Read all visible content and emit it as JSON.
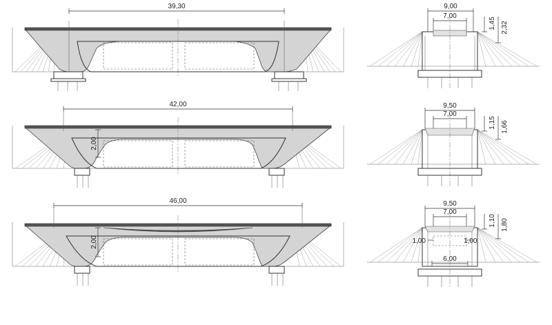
{
  "elevations": [
    {
      "span": "39,30"
    },
    {
      "span": "42,00",
      "depth": "2,00"
    },
    {
      "span": "46,00",
      "depth": "2,00"
    }
  ],
  "sections": [
    {
      "total_width": "9,00",
      "inner_width": "7,00",
      "h1": "1,45",
      "h2": "2,32"
    },
    {
      "total_width": "9,50",
      "inner_width": "7,00",
      "h1": "1,15",
      "h2": "1,66"
    },
    {
      "total_width": "9,50",
      "inner_width": "7,00",
      "h1": "1,10",
      "h2": "1,80",
      "left_offset": "1,00",
      "right_offset": "1,00",
      "base_width": "6,00"
    }
  ]
}
